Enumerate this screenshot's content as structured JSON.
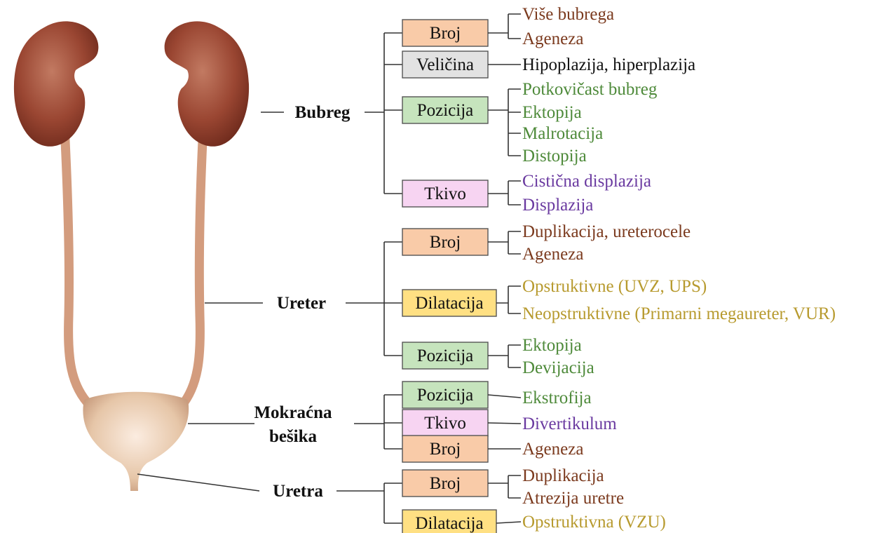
{
  "colors": {
    "broj_fill": "#f9cba8",
    "velicina_fill": "#e2e2e2",
    "pozicija_fill": "#c6e4bd",
    "tkivo_fill": "#f7d4f2",
    "dilatacija_fill": "#ffe083",
    "brown_text": "#7b3a1e",
    "green_text": "#4e8a3a",
    "purple_text": "#6a3aa0",
    "gold_text": "#b79a2e",
    "black_text": "#111111",
    "kidney": "#9a4632",
    "ureter": "#d39c7e",
    "bladder": "#e6c6a8"
  },
  "organs": [
    {
      "name": "Bubreg",
      "groups": [
        {
          "label": "Broj",
          "kind": "broj",
          "items": [
            "Više bubrega",
            "Ageneza"
          ]
        },
        {
          "label": "Veličina",
          "kind": "velicina",
          "items": [
            "Hipoplazija, hiperplazija"
          ]
        },
        {
          "label": "Pozicija",
          "kind": "pozicija",
          "items": [
            "Potkovičast bubreg",
            "Ektopija",
            "Malrotacija",
            "Distopija"
          ]
        },
        {
          "label": "Tkivo",
          "kind": "tkivo",
          "items": [
            "Cistična displazija",
            "Displazija"
          ]
        }
      ]
    },
    {
      "name": "Ureter",
      "groups": [
        {
          "label": "Broj",
          "kind": "broj",
          "items": [
            "Duplikacija, ureterocele",
            "Ageneza"
          ]
        },
        {
          "label": "Dilatacija",
          "kind": "dilatacija",
          "items": [
            "Opstruktivne (UVZ, UPS)",
            "Neopstruktivne (Primarni megaureter, VUR)"
          ]
        },
        {
          "label": "Pozicija",
          "kind": "pozicija",
          "items": [
            "Ektopija",
            "Devijacija"
          ]
        }
      ]
    },
    {
      "name_lines": [
        "Mokraćna",
        "bešika"
      ],
      "groups": [
        {
          "label": "Pozicija",
          "kind": "pozicija",
          "items": [
            "Ekstrofija"
          ]
        },
        {
          "label": "Tkivo",
          "kind": "tkivo",
          "items": [
            "Divertikulum"
          ]
        },
        {
          "label": "Broj",
          "kind": "broj",
          "items": [
            "Ageneza"
          ]
        }
      ]
    },
    {
      "name": "Uretra",
      "groups": [
        {
          "label": "Broj",
          "kind": "broj",
          "items": [
            "Duplikacija",
            "Atrezija uretre"
          ]
        },
        {
          "label": "Dilatacija",
          "kind": "dilatacija",
          "items": [
            "Opstruktivna (VZU)"
          ]
        }
      ]
    }
  ]
}
